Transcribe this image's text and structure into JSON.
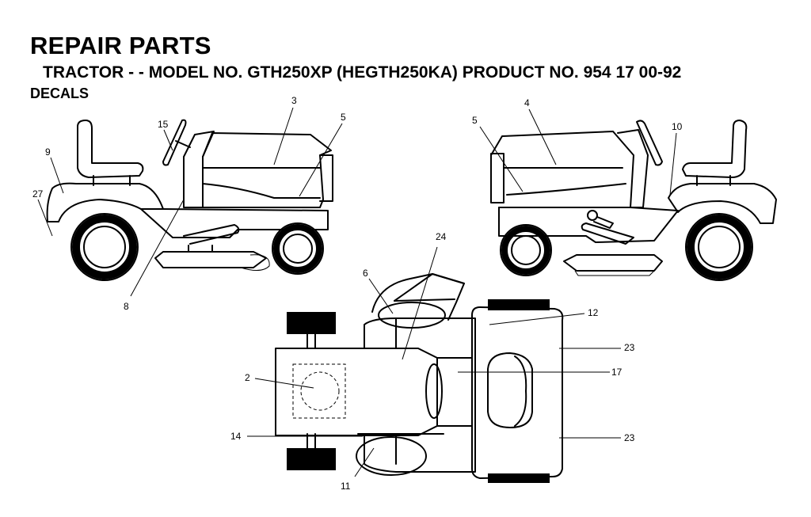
{
  "header": {
    "title": "REPAIR PARTS",
    "subtitle": "TRACTOR - - MODEL NO. GTH250XP (HEGTH250KA) PRODUCT NO. 954 17 00-92",
    "section": "DECALS"
  },
  "callouts": {
    "left_view": [
      "3",
      "5",
      "15",
      "9",
      "27",
      "8"
    ],
    "right_view": [
      "4",
      "5",
      "10"
    ],
    "top_view": [
      "24",
      "6",
      "12",
      "23",
      "17",
      "2",
      "14",
      "23",
      "11"
    ]
  }
}
